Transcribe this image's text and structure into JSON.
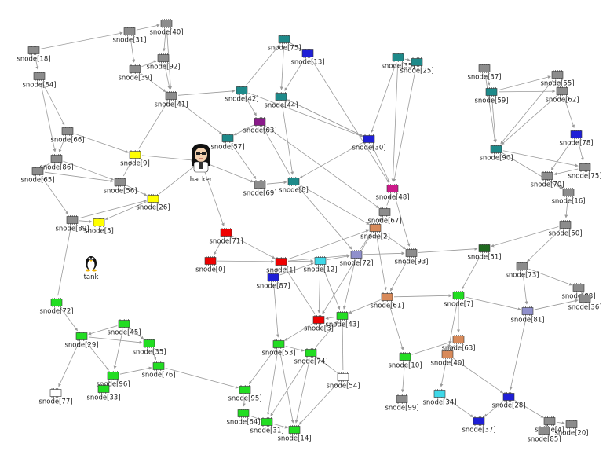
{
  "colors": {
    "gray": "#8c8c8c",
    "teal": "#1e8a8a",
    "blue": "#1f1fd6",
    "purple": "#8a1a8a",
    "red": "#ee0000",
    "yellow": "#ffff00",
    "green": "#22dd22",
    "orange": "#d88a5a",
    "cyan": "#3fd8e8",
    "lavender": "#9090cc",
    "white": "#ffffff",
    "darkgreen": "#1f6a1f",
    "magenta": "#cc1a8a",
    "edge": "#9a9a9a"
  },
  "avatars": [
    {
      "id": "hacker",
      "label": "hacker",
      "icon": "hacker-avatar-icon"
    },
    {
      "id": "tank",
      "label": "tank",
      "icon": "penguin-icon"
    }
  ],
  "nodes": [
    {
      "id": "s18",
      "label": "snode[18]",
      "color": "gray"
    },
    {
      "id": "s84",
      "label": "snode[84]",
      "color": "gray"
    },
    {
      "id": "s31a",
      "label": "snode[31]",
      "color": "gray"
    },
    {
      "id": "s40",
      "label": "snode[40]",
      "color": "gray"
    },
    {
      "id": "s39",
      "label": "snode[39]",
      "color": "gray"
    },
    {
      "id": "s92",
      "label": "snode[92]",
      "color": "gray"
    },
    {
      "id": "s41",
      "label": "snode[41]",
      "color": "gray"
    },
    {
      "id": "s66",
      "label": "snode[66]",
      "color": "gray"
    },
    {
      "id": "s9",
      "label": "snode[9]",
      "color": "yellow"
    },
    {
      "id": "s86",
      "label": "snode[86]",
      "color": "gray"
    },
    {
      "id": "s65",
      "label": "snode[65]",
      "color": "gray"
    },
    {
      "id": "s56",
      "label": "snode[56]",
      "color": "gray"
    },
    {
      "id": "s26",
      "label": "snode[26]",
      "color": "yellow"
    },
    {
      "id": "s89",
      "label": "snode[89]",
      "color": "gray"
    },
    {
      "id": "s5",
      "label": "snode[5]",
      "color": "yellow"
    },
    {
      "id": "s75",
      "label": "snode[75]",
      "color": "teal"
    },
    {
      "id": "s13",
      "label": "snode[13]",
      "color": "blue"
    },
    {
      "id": "s42",
      "label": "snode[42]",
      "color": "teal"
    },
    {
      "id": "s44",
      "label": "snode[44]",
      "color": "teal"
    },
    {
      "id": "s63",
      "label": "snode[63]",
      "color": "purple"
    },
    {
      "id": "s57",
      "label": "snode[57]",
      "color": "teal"
    },
    {
      "id": "s69",
      "label": "snode[69]",
      "color": "gray"
    },
    {
      "id": "s8",
      "label": "snode[8]",
      "color": "teal"
    },
    {
      "id": "s71",
      "label": "snode[71]",
      "color": "red"
    },
    {
      "id": "s0",
      "label": "snode[0]",
      "color": "red"
    },
    {
      "id": "s35",
      "label": "snode[35]",
      "color": "teal"
    },
    {
      "id": "s25",
      "label": "snode[25]",
      "color": "teal"
    },
    {
      "id": "s37a",
      "label": "snode[37]",
      "color": "gray"
    },
    {
      "id": "s59",
      "label": "snode[59]",
      "color": "teal"
    },
    {
      "id": "s55",
      "label": "snode[55]",
      "color": "gray"
    },
    {
      "id": "s62",
      "label": "snode[62]",
      "color": "gray"
    },
    {
      "id": "s78",
      "label": "snode[78]",
      "color": "blue"
    },
    {
      "id": "s90",
      "label": "snode[90]",
      "color": "teal"
    },
    {
      "id": "s75b",
      "label": "snode[75]",
      "color": "gray"
    },
    {
      "id": "s70",
      "label": "snode[70]",
      "color": "gray"
    },
    {
      "id": "s16",
      "label": "snode[16]",
      "color": "gray"
    },
    {
      "id": "s50",
      "label": "snode[50]",
      "color": "gray"
    },
    {
      "id": "s30",
      "label": "snode[30]",
      "color": "blue"
    },
    {
      "id": "s48",
      "label": "snode[48]",
      "color": "magenta"
    },
    {
      "id": "s67",
      "label": "snode[67]",
      "color": "gray"
    },
    {
      "id": "s2",
      "label": "snode[2]",
      "color": "orange"
    },
    {
      "id": "s72a",
      "label": "snode[72]",
      "color": "lavender"
    },
    {
      "id": "s93",
      "label": "snode[93]",
      "color": "gray"
    },
    {
      "id": "s51",
      "label": "snode[51]",
      "color": "darkgreen"
    },
    {
      "id": "s73",
      "label": "snode[73]",
      "color": "gray"
    },
    {
      "id": "s83",
      "label": "snode[83]",
      "color": "gray"
    },
    {
      "id": "s36a",
      "label": "snode[36]",
      "color": "gray"
    },
    {
      "id": "s81",
      "label": "snode[81]",
      "color": "lavender"
    },
    {
      "id": "s12",
      "label": "snode[12]",
      "color": "cyan"
    },
    {
      "id": "s87",
      "label": "snode[87]",
      "color": "blue"
    },
    {
      "id": "s1",
      "label": "snode[1]",
      "color": "red"
    },
    {
      "id": "s61",
      "label": "snode[61]",
      "color": "orange"
    },
    {
      "id": "s7",
      "label": "snode[7]",
      "color": "green"
    },
    {
      "id": "s3",
      "label": "snode[3]",
      "color": "red"
    },
    {
      "id": "s43",
      "label": "snode[43]",
      "color": "green"
    },
    {
      "id": "s53",
      "label": "snode[53]",
      "color": "green"
    },
    {
      "id": "s74",
      "label": "snode[74]",
      "color": "green"
    },
    {
      "id": "s10",
      "label": "snode[10]",
      "color": "green"
    },
    {
      "id": "s63b",
      "label": "snode[63]",
      "color": "orange"
    },
    {
      "id": "s40b",
      "label": "snode[40]",
      "color": "orange"
    },
    {
      "id": "s54",
      "label": "snode[54]",
      "color": "white"
    },
    {
      "id": "s95",
      "label": "snode[95]",
      "color": "green"
    },
    {
      "id": "s64",
      "label": "snode[64]",
      "color": "green"
    },
    {
      "id": "s31b",
      "label": "snode[31]",
      "color": "green"
    },
    {
      "id": "s14",
      "label": "snode[14]",
      "color": "green"
    },
    {
      "id": "s99",
      "label": "snode[99]",
      "color": "gray"
    },
    {
      "id": "s34",
      "label": "snode[34]",
      "color": "cyan"
    },
    {
      "id": "s28",
      "label": "snode[28]",
      "color": "blue"
    },
    {
      "id": "s37b",
      "label": "snode[37]",
      "color": "blue"
    },
    {
      "id": "s4",
      "label": "snode[4]",
      "color": "gray"
    },
    {
      "id": "s85",
      "label": "snode[85]",
      "color": "gray"
    },
    {
      "id": "s20",
      "label": "snode[20]",
      "color": "gray"
    },
    {
      "id": "s72b",
      "label": "snode[72]",
      "color": "green"
    },
    {
      "id": "s45",
      "label": "snode[45]",
      "color": "green"
    },
    {
      "id": "s29",
      "label": "snode[29]",
      "color": "green"
    },
    {
      "id": "s35b",
      "label": "snode[35]",
      "color": "green"
    },
    {
      "id": "s96",
      "label": "snode[96]",
      "color": "green"
    },
    {
      "id": "s76",
      "label": "snode[76]",
      "color": "green"
    },
    {
      "id": "s77",
      "label": "snode[77]",
      "color": "white"
    },
    {
      "id": "s33",
      "label": "snode[33]",
      "color": "green"
    }
  ],
  "edges": [
    [
      "s18",
      "s84"
    ],
    [
      "s18",
      "s31a"
    ],
    [
      "s31a",
      "s40"
    ],
    [
      "s31a",
      "s39"
    ],
    [
      "s40",
      "s92"
    ],
    [
      "s39",
      "s92"
    ],
    [
      "s92",
      "s41"
    ],
    [
      "s40",
      "s41"
    ],
    [
      "s39",
      "s41"
    ],
    [
      "s84",
      "s66"
    ],
    [
      "s84",
      "s86"
    ],
    [
      "s66",
      "s9"
    ],
    [
      "s66",
      "s86"
    ],
    [
      "s86",
      "s56"
    ],
    [
      "s86",
      "s65"
    ],
    [
      "s65",
      "s89"
    ],
    [
      "s56",
      "s9"
    ],
    [
      "s56",
      "s26"
    ],
    [
      "s26",
      "s5"
    ],
    [
      "s89",
      "s5"
    ],
    [
      "s89",
      "s26"
    ],
    [
      "s65",
      "s56"
    ],
    [
      "s9",
      "s41"
    ],
    [
      "s9",
      "hacker"
    ],
    [
      "s26",
      "hacker"
    ],
    [
      "s41",
      "s42"
    ],
    [
      "s41",
      "s57"
    ],
    [
      "s42",
      "s75"
    ],
    [
      "s42",
      "s63"
    ],
    [
      "s75",
      "s13"
    ],
    [
      "s75",
      "s44"
    ],
    [
      "s13",
      "s44"
    ],
    [
      "s44",
      "s8"
    ],
    [
      "s63",
      "s57"
    ],
    [
      "s57",
      "s69"
    ],
    [
      "s69",
      "s8"
    ],
    [
      "s8",
      "s63"
    ],
    [
      "hacker",
      "s69"
    ],
    [
      "hacker",
      "s71"
    ],
    [
      "s71",
      "s0"
    ],
    [
      "s71",
      "s1"
    ],
    [
      "s0",
      "s1"
    ],
    [
      "s1",
      "s87"
    ],
    [
      "s1",
      "s12"
    ],
    [
      "s87",
      "s12"
    ],
    [
      "s12",
      "s72a"
    ],
    [
      "s72a",
      "s2"
    ],
    [
      "s2",
      "s67"
    ],
    [
      "s67",
      "s48"
    ],
    [
      "s48",
      "s30"
    ],
    [
      "s30",
      "s8"
    ],
    [
      "s30",
      "s44"
    ],
    [
      "s44",
      "s30"
    ],
    [
      "s42",
      "s30"
    ],
    [
      "s13",
      "s48"
    ],
    [
      "s8",
      "s2"
    ],
    [
      "s8",
      "s72a"
    ],
    [
      "s63",
      "s67"
    ],
    [
      "s1",
      "s72a"
    ],
    [
      "s1",
      "s2"
    ],
    [
      "s35",
      "s25"
    ],
    [
      "s35",
      "s30"
    ],
    [
      "s25",
      "s48"
    ],
    [
      "s35",
      "s48"
    ],
    [
      "s37a",
      "s59"
    ],
    [
      "s59",
      "s55"
    ],
    [
      "s55",
      "s62"
    ],
    [
      "s62",
      "s78"
    ],
    [
      "s59",
      "s90"
    ],
    [
      "s90",
      "s75b"
    ],
    [
      "s75b",
      "s70"
    ],
    [
      "s70",
      "s16"
    ],
    [
      "s16",
      "s50"
    ],
    [
      "s78",
      "s70"
    ],
    [
      "s55",
      "s90"
    ],
    [
      "s37a",
      "s90"
    ],
    [
      "s62",
      "s90"
    ],
    [
      "s59",
      "s62"
    ],
    [
      "s78",
      "s75b"
    ],
    [
      "s90",
      "s16"
    ],
    [
      "s50",
      "s73"
    ],
    [
      "s50",
      "s51"
    ],
    [
      "s73",
      "s83"
    ],
    [
      "s73",
      "s81"
    ],
    [
      "s83",
      "s36a"
    ],
    [
      "s81",
      "s36a"
    ],
    [
      "s51",
      "s7"
    ],
    [
      "s93",
      "s51"
    ],
    [
      "s72a",
      "s93"
    ],
    [
      "s93",
      "s61"
    ],
    [
      "s61",
      "s7"
    ],
    [
      "s7",
      "s81"
    ],
    [
      "s61",
      "s43"
    ],
    [
      "s43",
      "s3"
    ],
    [
      "s3",
      "s1"
    ],
    [
      "s3",
      "s53"
    ],
    [
      "s53",
      "s74"
    ],
    [
      "s74",
      "s43"
    ],
    [
      "s12",
      "s3"
    ],
    [
      "s87",
      "s53"
    ],
    [
      "s61",
      "s10"
    ],
    [
      "s10",
      "s63b"
    ],
    [
      "s63b",
      "s40b"
    ],
    [
      "s40b",
      "s28"
    ],
    [
      "s28",
      "s37b"
    ],
    [
      "s10",
      "s99"
    ],
    [
      "s40b",
      "s34"
    ],
    [
      "s34",
      "s37b"
    ],
    [
      "s28",
      "s4"
    ],
    [
      "s4",
      "s85"
    ],
    [
      "s4",
      "s20"
    ],
    [
      "s7",
      "s63b"
    ],
    [
      "s81",
      "s28"
    ],
    [
      "s7",
      "s40b"
    ],
    [
      "s54",
      "s74"
    ],
    [
      "s54",
      "s43"
    ],
    [
      "s54",
      "s14"
    ],
    [
      "s53",
      "s95"
    ],
    [
      "s95",
      "s64"
    ],
    [
      "s64",
      "s31b"
    ],
    [
      "s31b",
      "s14"
    ],
    [
      "s53",
      "s14"
    ],
    [
      "s74",
      "s31b"
    ],
    [
      "s53",
      "s31b"
    ],
    [
      "s74",
      "s14"
    ],
    [
      "s2",
      "s61"
    ],
    [
      "s72a",
      "s43"
    ],
    [
      "s2",
      "s3"
    ],
    [
      "s72b",
      "s89"
    ],
    [
      "s72b",
      "s29"
    ],
    [
      "s45",
      "s29"
    ],
    [
      "s45",
      "s35b"
    ],
    [
      "s29",
      "s96"
    ],
    [
      "s35b",
      "s76"
    ],
    [
      "s96",
      "s33"
    ],
    [
      "s29",
      "s77"
    ],
    [
      "s96",
      "s76"
    ],
    [
      "s45",
      "s96"
    ],
    [
      "s29",
      "s35b"
    ],
    [
      "s33",
      "s96"
    ],
    [
      "s76",
      "s95"
    ],
    [
      "s2",
      "s93"
    ],
    [
      "s12",
      "s43"
    ],
    [
      "s48",
      "s93"
    ]
  ]
}
